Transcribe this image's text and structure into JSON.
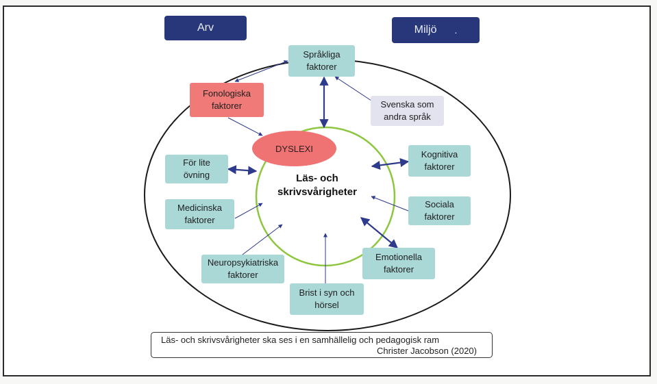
{
  "header": {
    "left_label": "Arv",
    "right_label": "Miljö",
    "right_dot": "."
  },
  "diagram": {
    "center_label": "Läs- och\nskrivsvårigheter",
    "dyslexi_label": "DYSLEXI",
    "nodes": {
      "sprakliga": "Språkliga\nfaktorer",
      "fonologiska": "Fonologiska\nfaktorer",
      "svenska": "Svenska som\nandra språk",
      "for_lite": "För lite\növning",
      "kognitiva": "Kognitiva\nfaktorer",
      "medicinska": "Medicinska\nfaktorer",
      "sociala": "Sociala\nfaktorer",
      "neuropsykiatriska": "Neuropsykiatriska\nfaktorer",
      "emotionella": "Emotionella\nfaktorer",
      "brist": "Brist i syn och\nhörsel"
    },
    "colors": {
      "teal_box": "#a9d8d6",
      "red_box": "#f07a78",
      "grey_box": "#e3e2ef",
      "header": "#27377a",
      "inner_circle": "#8dc63f",
      "arrow": "#2e3a8c"
    }
  },
  "caption": {
    "line1": "Läs- och skrivsvårigheter ska ses i en samhällelig och pedagogisk ram",
    "line2": "Christer Jacobson (2020)"
  }
}
